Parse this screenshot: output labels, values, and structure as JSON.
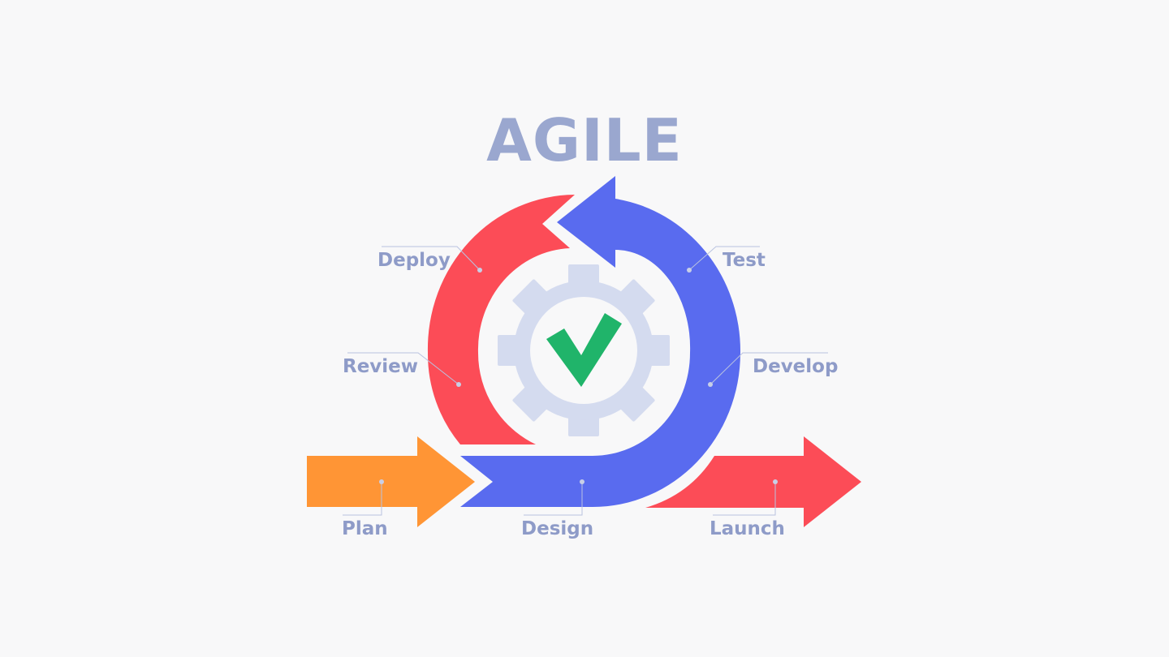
{
  "title": "AGILE",
  "stages": {
    "plan": "Plan",
    "design": "Design",
    "launch": "Launch",
    "review": "Review",
    "deploy": "Deploy",
    "test": "Test",
    "develop": "Develop"
  },
  "colors": {
    "background": "#f8f8f9",
    "title": "#9aa7cf",
    "label": "#8e9bc8",
    "orange": "#ff9535",
    "red": "#fc4c57",
    "blue": "#596bef",
    "gear": "#d4dbef",
    "check": "#20b46a"
  },
  "icons": {
    "center": "gear-icon",
    "mark": "checkmark-icon"
  }
}
